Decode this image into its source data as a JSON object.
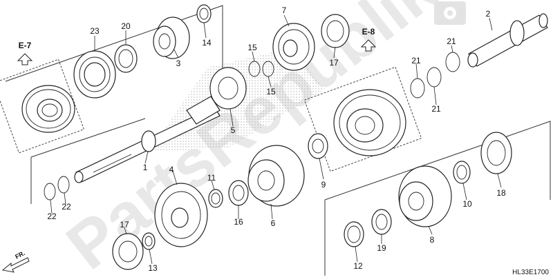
{
  "diagram": {
    "code": "HL33E1700",
    "front_marker": "FR.",
    "watermark": "PartsRepublik",
    "refs": [
      "E-7",
      "E-8"
    ],
    "labels": {
      "p1": "1",
      "p2": "2",
      "p3": "3",
      "p4": "4",
      "p5": "5",
      "p6": "6",
      "p7": "7",
      "p8": "8",
      "p9": "9",
      "p10": "10",
      "p11": "11",
      "p12": "12",
      "p13": "13",
      "p14": "14",
      "p15a": "15",
      "p15b": "15",
      "p16": "16",
      "p17a": "17",
      "p17b": "17",
      "p18": "18",
      "p19": "19",
      "p20": "20",
      "p21a": "21",
      "p21b": "21",
      "p21c": "21",
      "p22a": "22",
      "p22b": "22",
      "p23": "23"
    }
  }
}
